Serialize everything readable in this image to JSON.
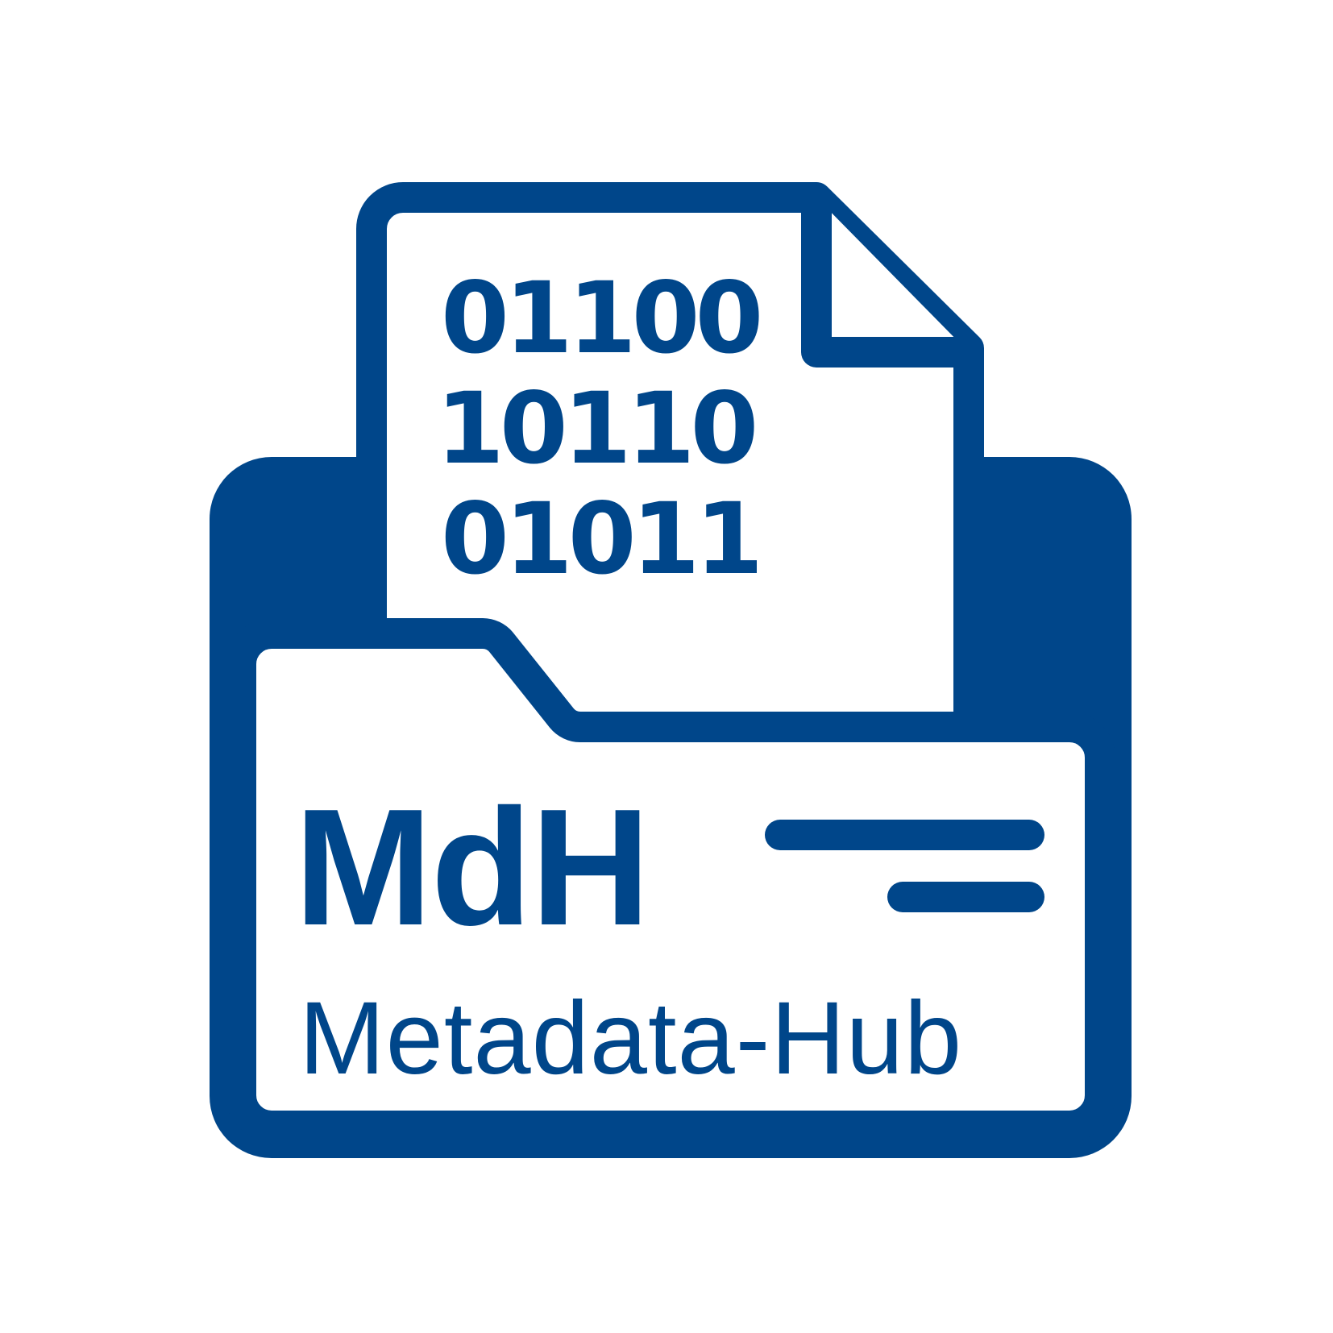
{
  "colors": {
    "brand": "#00468A",
    "background": "#FFFFFF"
  },
  "logo": {
    "binary_lines": [
      "01100",
      "10110",
      "01011"
    ],
    "abbreviation": "MdH",
    "name": "Metadata-Hub"
  },
  "icons": {
    "folder": "folder-icon",
    "document": "document-icon",
    "text_lines": "text-lines-icon"
  }
}
